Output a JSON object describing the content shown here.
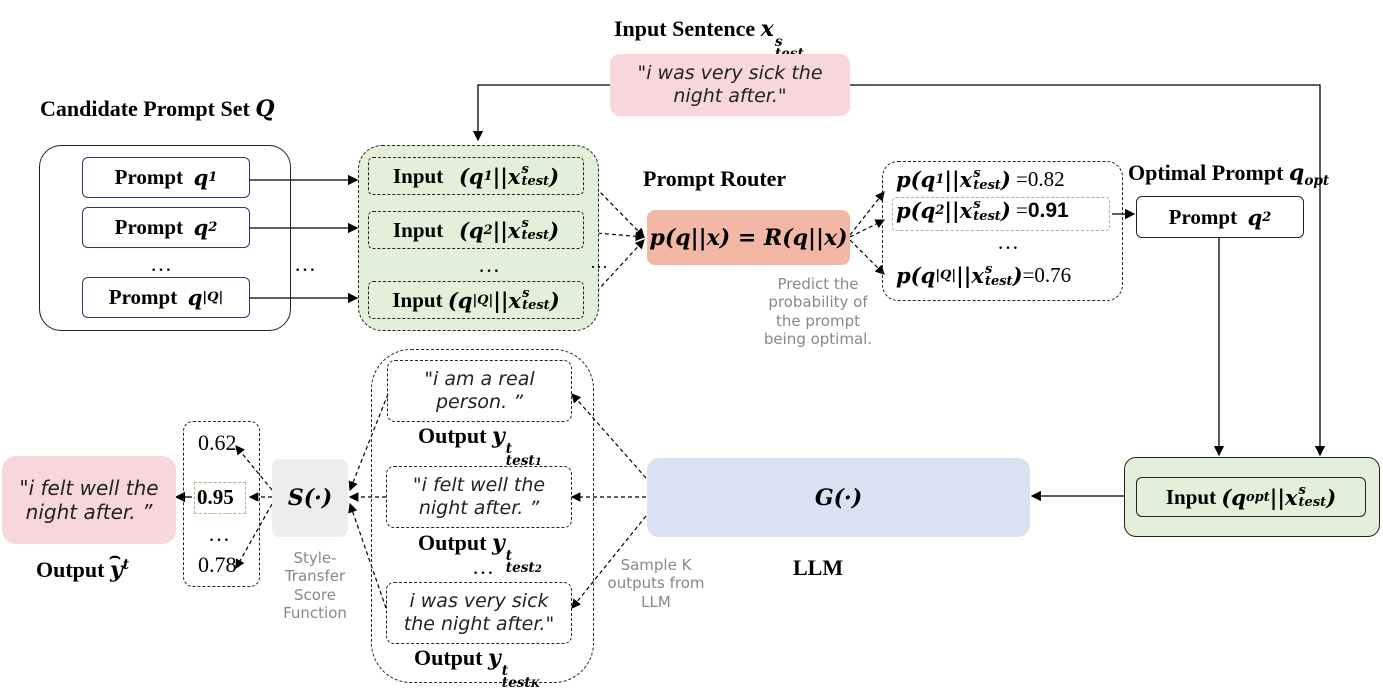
{
  "titles": {
    "input_sentence": "Input Sentence",
    "input_sentence_math": "x",
    "candidate_set": "Candidate Prompt Set",
    "candidate_set_math": "Q",
    "prompt_router": "Prompt Router",
    "optimal_prompt": "Optimal Prompt",
    "optimal_prompt_math": "q",
    "optimal_prompt_sub": "opt",
    "llm": "LLM",
    "output_hat": "Output"
  },
  "input_sentence": {
    "text": "\"i was very sick the night after.\""
  },
  "candidates": {
    "prompt_word": "Prompt",
    "items": [
      {
        "math": "q",
        "sub": "1"
      },
      {
        "math": "q",
        "sub": "2"
      },
      {
        "math": "q",
        "sub": "|Q|"
      }
    ],
    "ellipsis": "…",
    "side_ellipsis": "…"
  },
  "inputs": {
    "input_word": "Input",
    "ellipsis": "…",
    "side_ellipsis": "…"
  },
  "router": {
    "formula": "p(q||x) = R(q||x)",
    "note": "Predict the probability of the prompt being optimal."
  },
  "probabilities": {
    "values": [
      "=0.82",
      "0.91",
      "=0.76"
    ],
    "ellipsis": "…"
  },
  "optimal": {
    "prompt_word": "Prompt",
    "math": "q",
    "sub": "2"
  },
  "llm_box": {
    "formula": "G(·)"
  },
  "final_input": {
    "input_word": "Input"
  },
  "outputs": {
    "label_word": "Output",
    "items": [
      {
        "text": "\"i am a real person. ”",
        "sub": "1"
      },
      {
        "text": "\"i felt well the night after. ”",
        "sub": "2"
      },
      {
        "text": "i was very sick the night after.\"",
        "sub": "K"
      }
    ],
    "ellipsis": "…",
    "sample_note": "Sample K outputs from LLM"
  },
  "scorer": {
    "formula": "S(·)",
    "note": "Style-Transfer Score Function"
  },
  "scores": {
    "values": [
      "0.62",
      "0.95",
      "…",
      "0.78"
    ]
  },
  "final_output": {
    "text": "\"i felt well the night after. ”"
  },
  "colors": {
    "pink": "#f7d7dc",
    "green": "#e3efd9",
    "salmon": "#f2b8a5",
    "blue": "#d9e2f3",
    "gray": "#ececec",
    "navy": "#2b3a67"
  }
}
